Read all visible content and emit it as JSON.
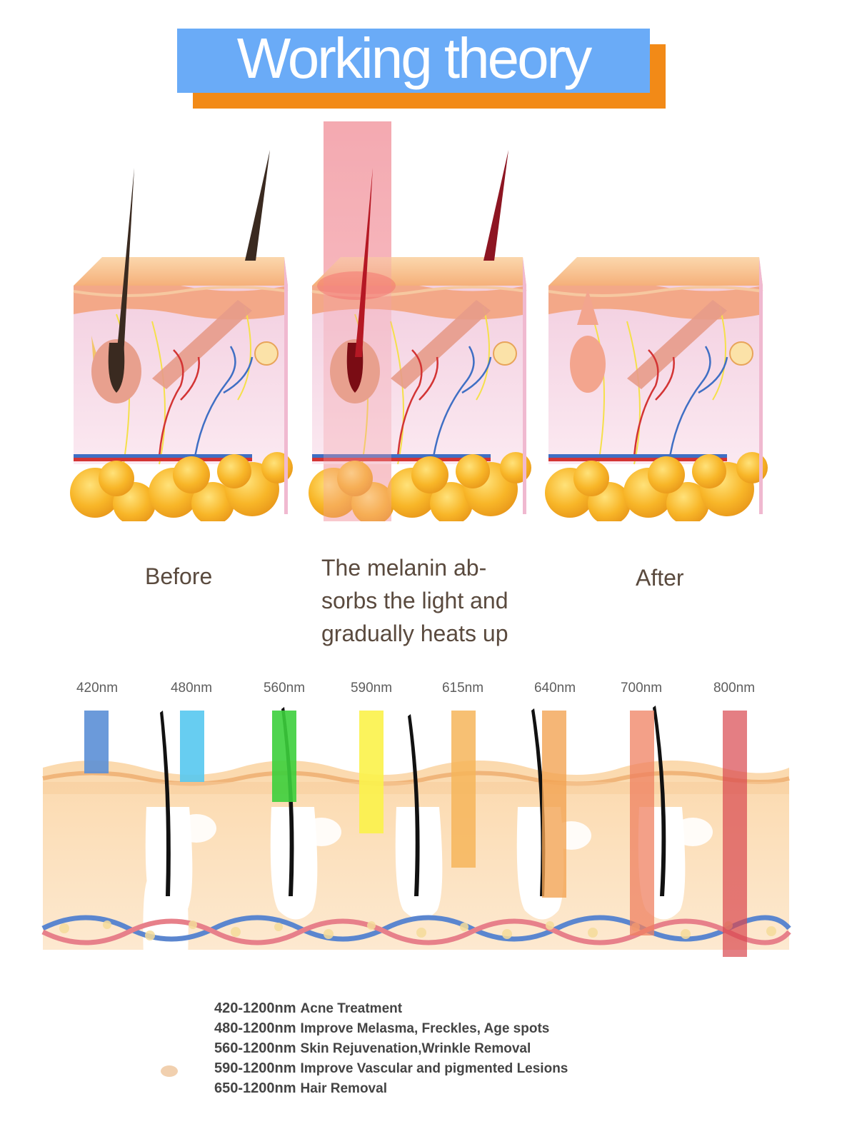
{
  "title": "Working theory",
  "stages": [
    {
      "caption": "Before"
    },
    {
      "caption_lines": [
        "The melanin ab-",
        "sorbs the light and",
        "gradually heats up"
      ]
    },
    {
      "caption": "After"
    }
  ],
  "wavelengths": [
    {
      "label": "420nm",
      "color": "#5b8fd6"
    },
    {
      "label": "480nm",
      "color": "#56c8f0"
    },
    {
      "label": "560nm",
      "color": "#3ccf3c"
    },
    {
      "label": "590nm",
      "color": "#fbf24a"
    },
    {
      "label": "615nm",
      "color": "#f6b55a"
    },
    {
      "label": "640nm",
      "color": "#f2a454"
    },
    {
      "label": "700nm",
      "color": "#ef8060"
    },
    {
      "label": "800nm",
      "color": "#d9474f"
    }
  ],
  "legend": [
    {
      "range": "420-1200nm",
      "text": "Acne Treatment"
    },
    {
      "range": "480-1200nm",
      "text": "Improve Melasma, Freckles, Age spots"
    },
    {
      "range": "560-1200nm",
      "text": "Skin Rejuvenation,Wrinkle Removal"
    },
    {
      "range": "590-1200nm",
      "text": "Improve Vascular and pigmented Lesions"
    },
    {
      "range": "650-1200nm",
      "text": "Hair Removal"
    }
  ],
  "colors": {
    "banner": "#6aabf7",
    "banner_shadow": "#f28a17",
    "fat": "#f7b52a",
    "dermis": "#f6dbe8",
    "epidermis": "#f5b884",
    "laser_beam": "#f4a0a8"
  }
}
